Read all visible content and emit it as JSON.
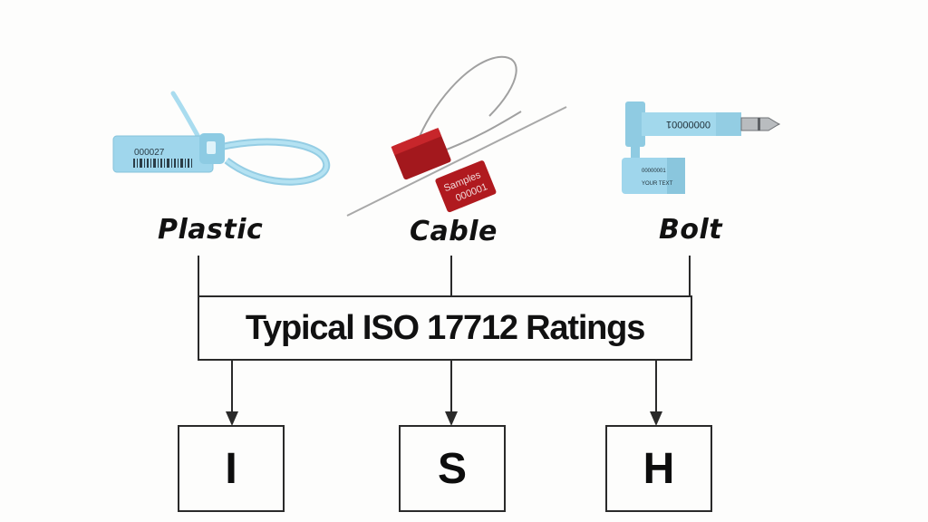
{
  "seals": [
    {
      "name": "Plastic",
      "image_icon": "plastic-seal-image",
      "tag_number": "000027",
      "color": "#9fd6ec"
    },
    {
      "name": "Cable",
      "image_icon": "cable-seal-image",
      "tag_lines": [
        "Samples",
        "000001"
      ],
      "color": "#b01a1f"
    },
    {
      "name": "Bolt",
      "image_icon": "bolt-seal-image",
      "pin_number": "00000001",
      "body_text": [
        "00000001",
        "YOUR TEXT"
      ],
      "color": "#9fd6ec"
    }
  ],
  "title": "Typical ISO 17712 Ratings",
  "ratings": [
    {
      "letter": "I"
    },
    {
      "letter": "S"
    },
    {
      "letter": "H"
    }
  ]
}
